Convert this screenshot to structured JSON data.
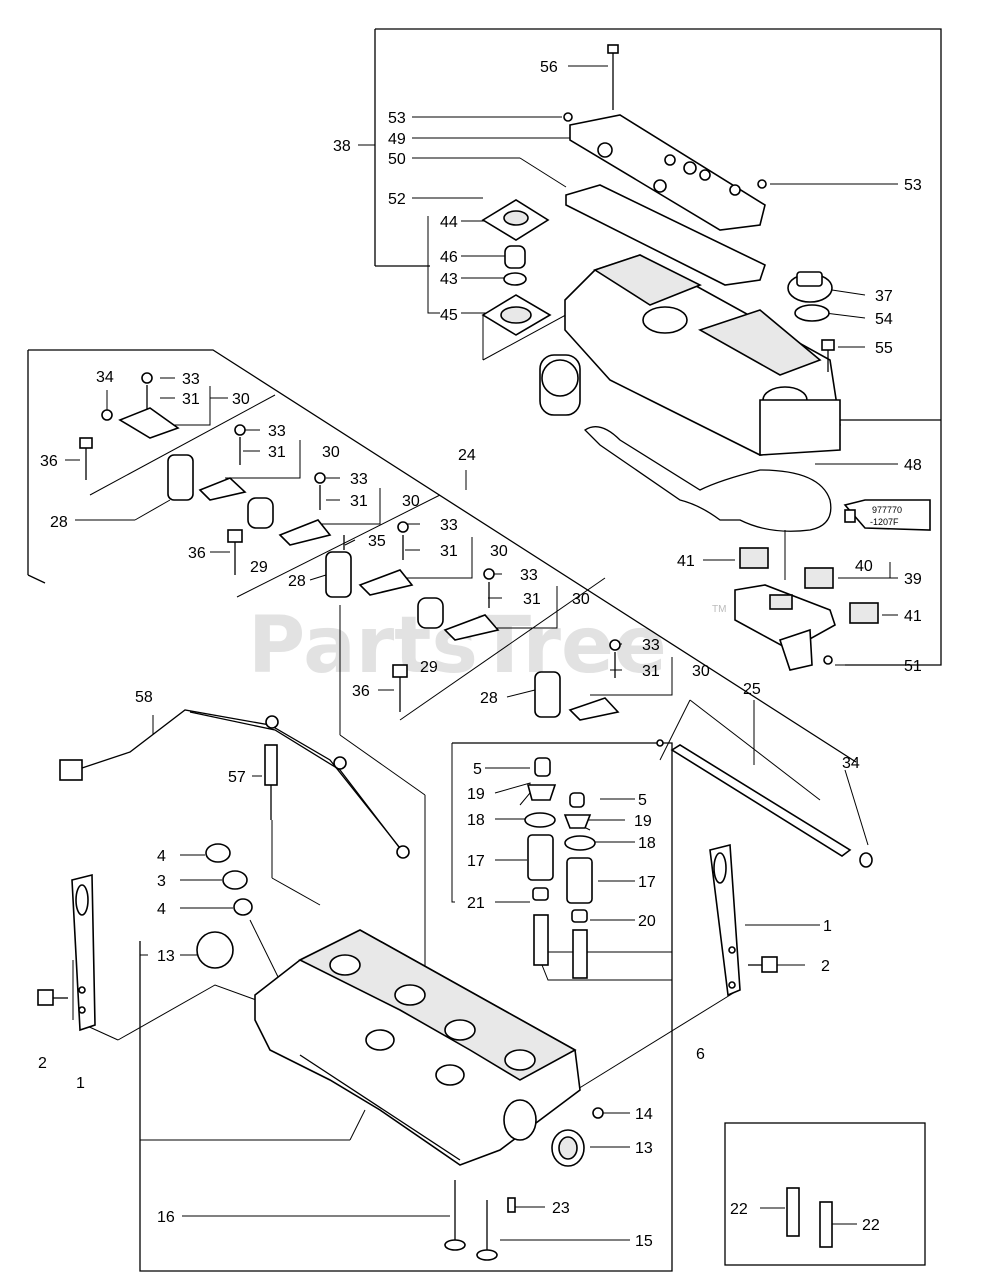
{
  "watermark": "PartsTree",
  "trademark": "TM",
  "tube_label": {
    "line1": "977770",
    "line2": "-1207F"
  },
  "callouts": [
    "56",
    "53",
    "49",
    "50",
    "38",
    "52",
    "53",
    "44",
    "46",
    "43",
    "45",
    "37",
    "54",
    "55",
    "34",
    "33",
    "31",
    "30",
    "36",
    "33",
    "31",
    "30",
    "28",
    "33",
    "31",
    "30",
    "24",
    "48",
    "36",
    "29",
    "35",
    "33",
    "31",
    "30",
    "28",
    "33",
    "31",
    "30",
    "29",
    "33",
    "31",
    "30",
    "36",
    "28",
    "41",
    "40",
    "39",
    "41",
    "51",
    "25",
    "58",
    "57",
    "34",
    "5",
    "19",
    "18",
    "5",
    "19",
    "18",
    "17",
    "17",
    "21",
    "20",
    "4",
    "3",
    "4",
    "1",
    "13",
    "2",
    "2",
    "1",
    "6",
    "14",
    "13",
    "16",
    "23",
    "15",
    "22",
    "22"
  ]
}
